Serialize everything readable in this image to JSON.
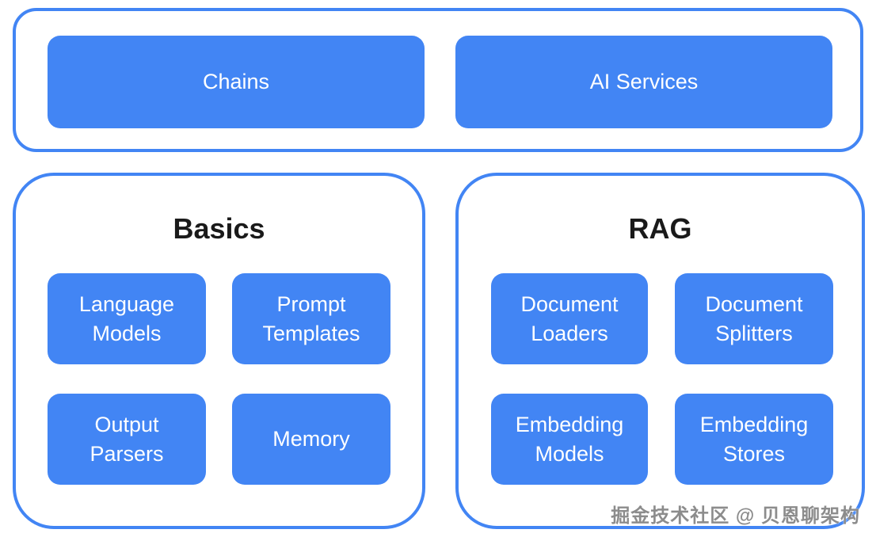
{
  "colors": {
    "node_fill": "#4285f4",
    "panel_border": "#4285f4",
    "node_text": "#ffffff",
    "title_text": "#1a1a1a",
    "watermark_text": "#8c8c8c"
  },
  "top_panel": {
    "items": [
      {
        "label": "Chains"
      },
      {
        "label": "AI Services"
      }
    ]
  },
  "basics": {
    "title": "Basics",
    "items": [
      {
        "label": "Language Models"
      },
      {
        "label": "Prompt Templates"
      },
      {
        "label": "Output Parsers"
      },
      {
        "label": "Memory"
      }
    ]
  },
  "rag": {
    "title": "RAG",
    "items": [
      {
        "label": "Document Loaders"
      },
      {
        "label": "Document Splitters"
      },
      {
        "label": "Embedding Models"
      },
      {
        "label": "Embedding Stores"
      }
    ]
  },
  "watermark": "掘金技术社区 @ 贝恩聊架构"
}
